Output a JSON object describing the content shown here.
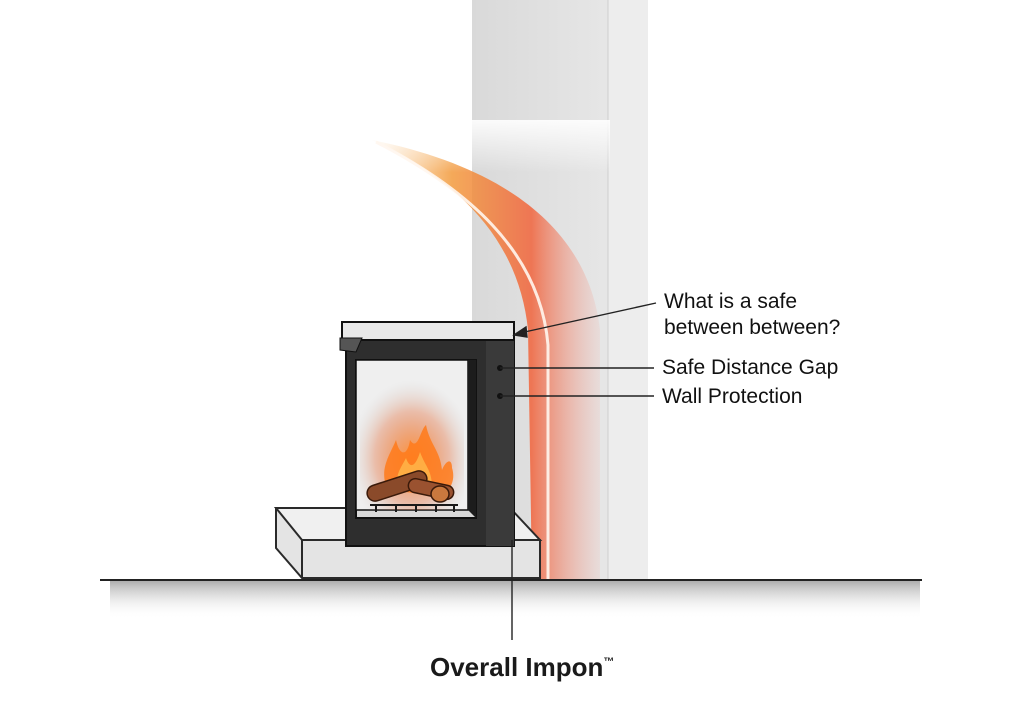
{
  "labels": {
    "question_line1": "What is a safe",
    "question_line2": "between between?",
    "safe_distance_gap": "Safe Distance Gap",
    "wall_protection": "Wall Protection"
  },
  "caption": {
    "text": "Overall Impon",
    "mark": "™"
  },
  "colors": {
    "heat_orange": "#f28c3a",
    "heat_red": "#f0603c",
    "wall_gray": "#e3e3e3",
    "stove_body": "#2c2c2c",
    "flame": "#ff7a1a"
  }
}
